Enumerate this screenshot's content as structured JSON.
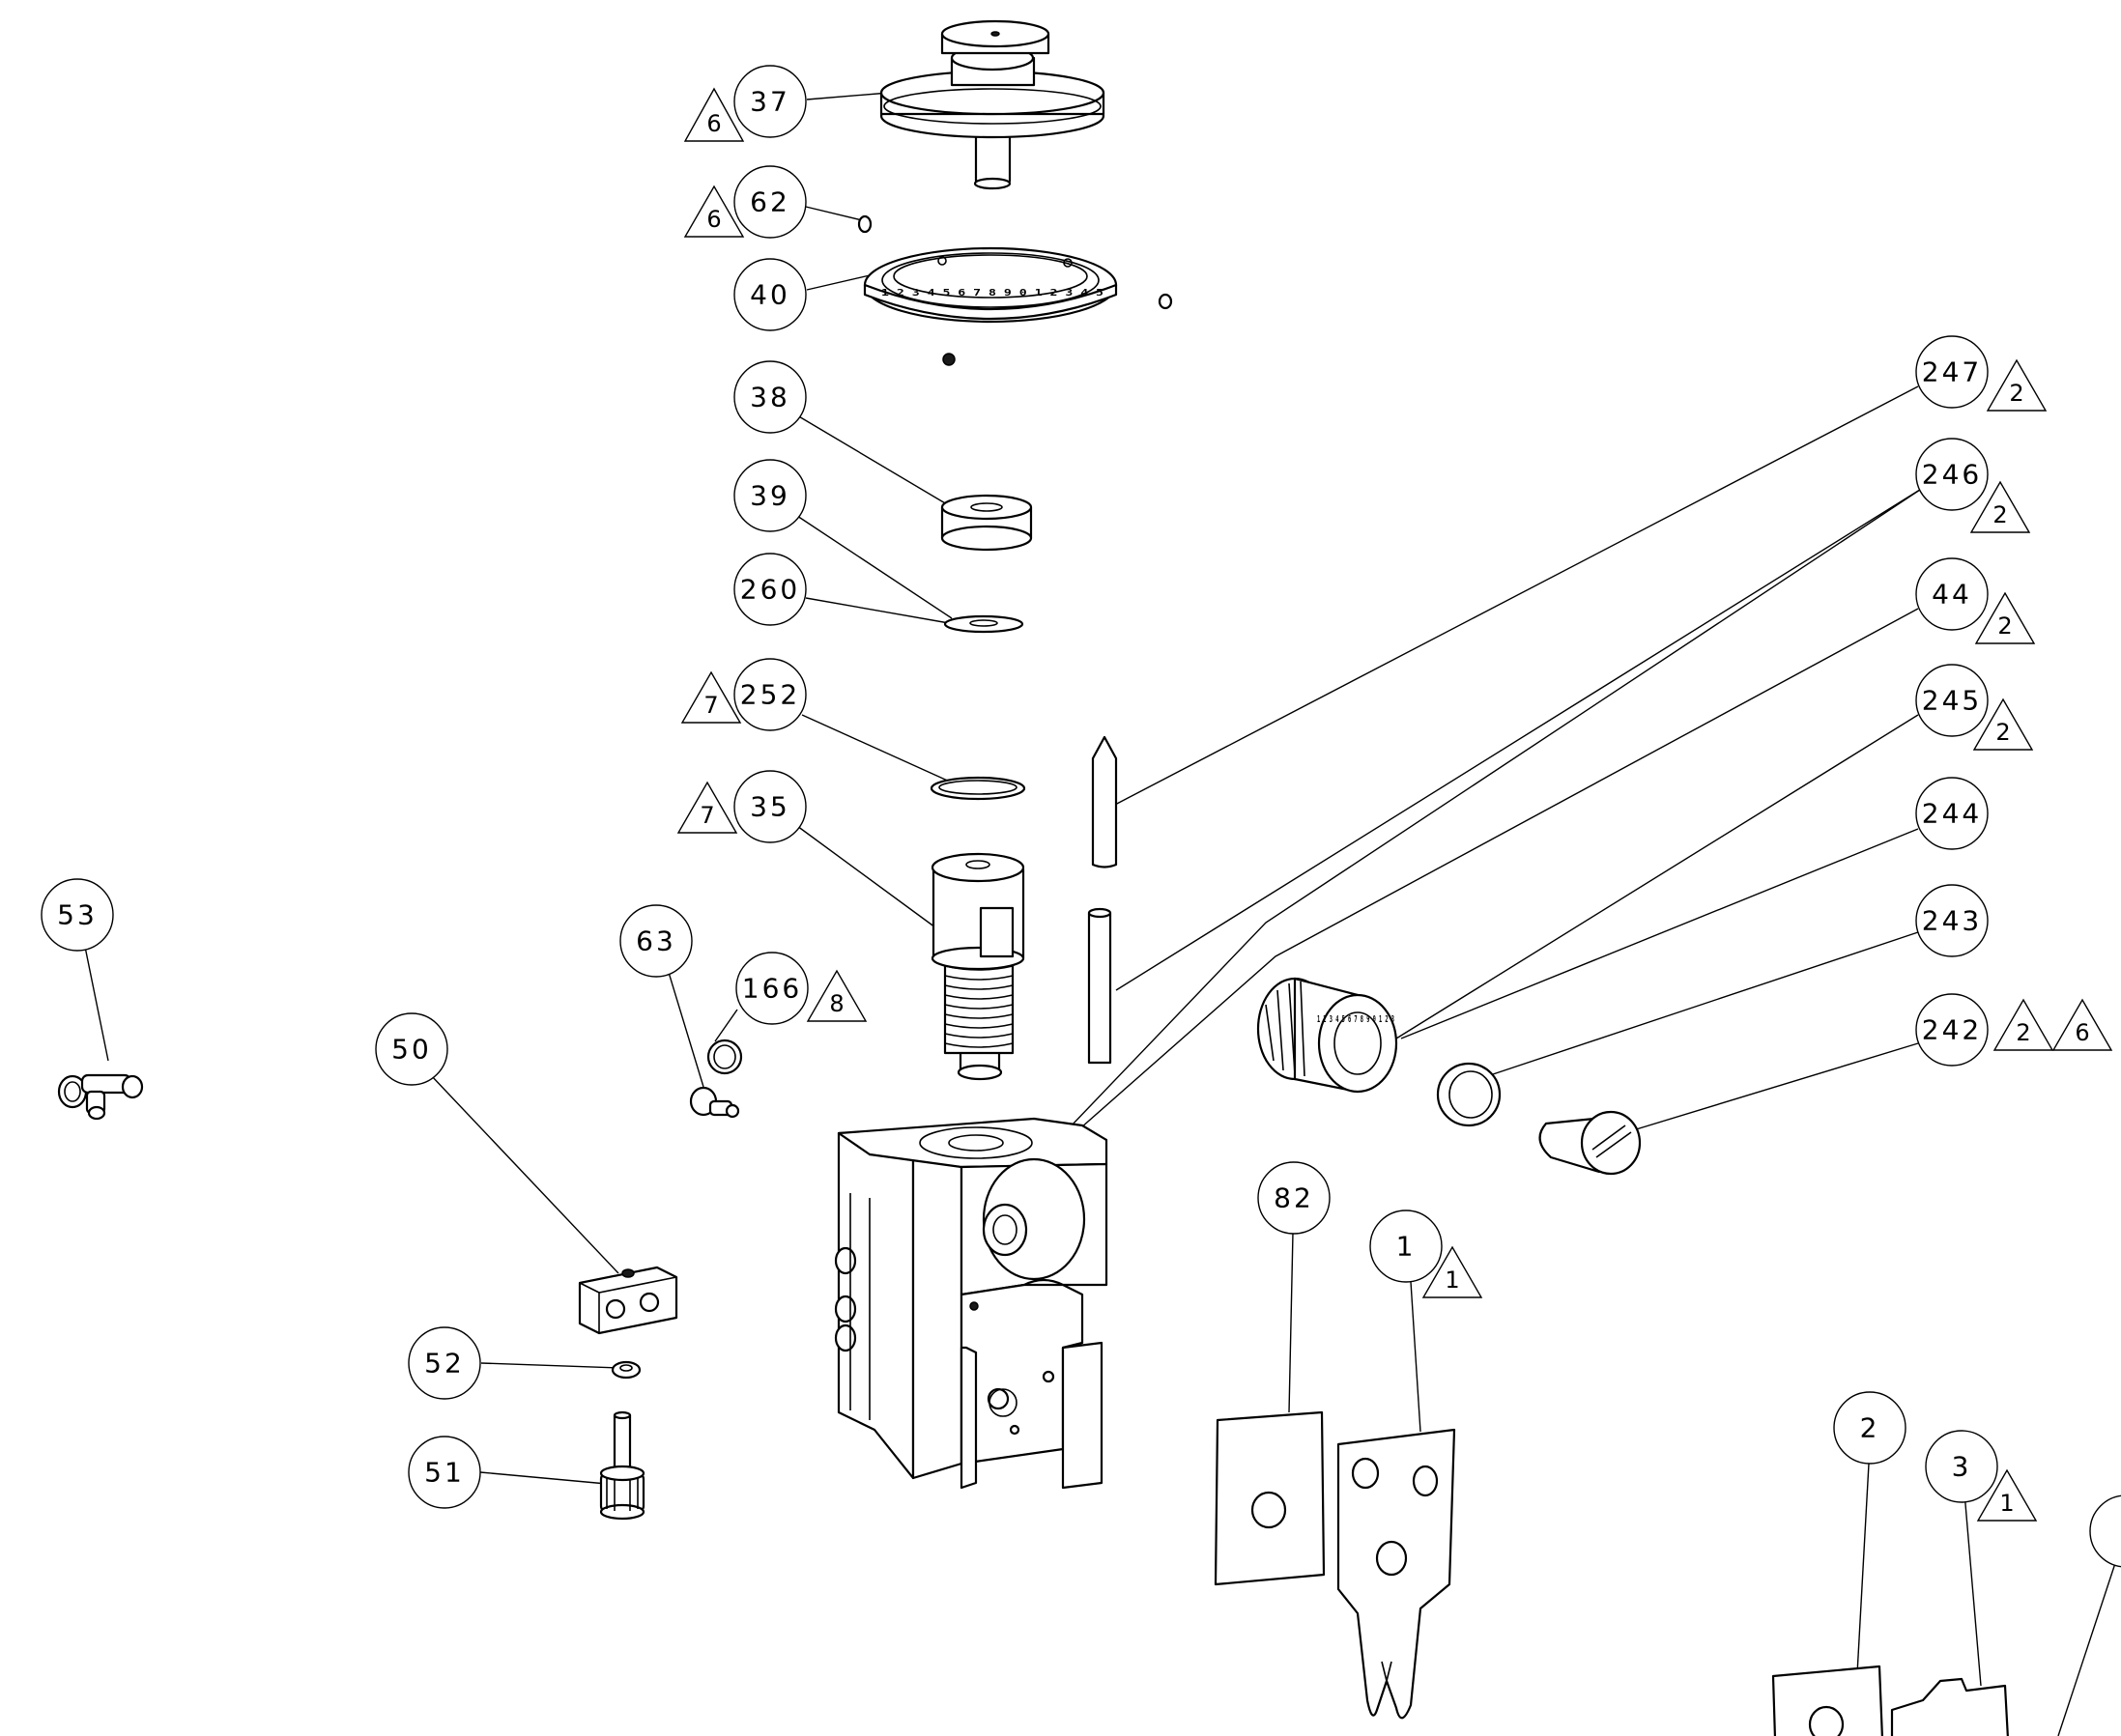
{
  "balloons": [
    {
      "id": "37",
      "label": "37",
      "flags": [
        "6"
      ]
    },
    {
      "id": "62",
      "label": "62",
      "flags": [
        "6"
      ]
    },
    {
      "id": "40",
      "label": "40",
      "flags": []
    },
    {
      "id": "38",
      "label": "38",
      "flags": []
    },
    {
      "id": "39",
      "label": "39",
      "flags": []
    },
    {
      "id": "260",
      "label": "260",
      "flags": []
    },
    {
      "id": "252",
      "label": "252",
      "flags": [
        "7"
      ]
    },
    {
      "id": "35",
      "label": "35",
      "flags": [
        "7"
      ]
    },
    {
      "id": "53",
      "label": "53",
      "flags": []
    },
    {
      "id": "63",
      "label": "63",
      "flags": []
    },
    {
      "id": "166",
      "label": "166",
      "flags": [
        "8"
      ]
    },
    {
      "id": "50",
      "label": "50",
      "flags": []
    },
    {
      "id": "52",
      "label": "52",
      "flags": []
    },
    {
      "id": "51",
      "label": "51",
      "flags": []
    },
    {
      "id": "247",
      "label": "247",
      "flags": [
        "2"
      ]
    },
    {
      "id": "246",
      "label": "246",
      "flags": [
        "2"
      ]
    },
    {
      "id": "44",
      "label": "44",
      "flags": [
        "2"
      ]
    },
    {
      "id": "245",
      "label": "245",
      "flags": [
        "2"
      ]
    },
    {
      "id": "244",
      "label": "244",
      "flags": []
    },
    {
      "id": "243",
      "label": "243",
      "flags": []
    },
    {
      "id": "242",
      "label": "242",
      "flags": [
        "2",
        "6"
      ]
    },
    {
      "id": "82",
      "label": "82",
      "flags": []
    },
    {
      "id": "1",
      "label": "1",
      "flags": [
        "1"
      ]
    },
    {
      "id": "2",
      "label": "2",
      "flags": []
    },
    {
      "id": "3",
      "label": "3",
      "flags": [
        "1"
      ]
    }
  ],
  "dial_scale_text": "1 2 3 4 5 6 7 8 9 0 1 2 3 4 5",
  "knob_scale_text": "1 2 3 4 5 6 7 8 9 0 1 2 3"
}
